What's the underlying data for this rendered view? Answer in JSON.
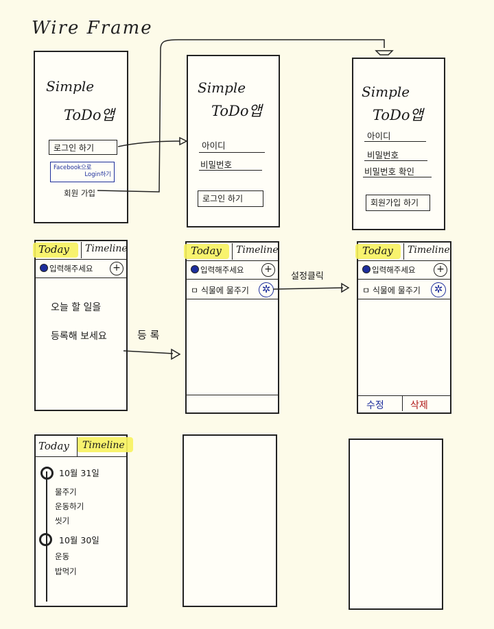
{
  "title": "Wire Frame",
  "app_name_line1": "Simple",
  "app_name_line2": "ToDo앱",
  "login": {
    "login_button": "로그인 하기",
    "facebook_line1": "Facebook으로",
    "facebook_line2": "Login하기",
    "signup_link": "회원 가입"
  },
  "login_form": {
    "id_label": "아이디",
    "pw_label": "비밀번호",
    "submit": "로그인 하기"
  },
  "signup_form": {
    "id_label": "아이디",
    "pw_label": "비밀번호",
    "pw_confirm_label": "비밀번호 확인",
    "submit": "회원가입 하기"
  },
  "tabs": {
    "today": "Today",
    "timeline": "Timeline"
  },
  "input_placeholder": "입력해주세요",
  "empty_state": {
    "line1": "오늘 할 일을",
    "line2": "등록해 보세요"
  },
  "arrow_labels": {
    "register": "등 록",
    "setting_click": "설정클릭"
  },
  "todo_item": "ㅁ 식물에 물주기",
  "actions": {
    "edit": "수정",
    "delete": "삭제",
    "edit_color": "#1d2e9c",
    "delete_color": "#b01818"
  },
  "timeline": {
    "groups": [
      {
        "date": "10월 31일",
        "items": [
          "물주기",
          "운동하기",
          "씻기"
        ]
      },
      {
        "date": "10월 30일",
        "items": [
          "운동",
          "밥먹기"
        ]
      }
    ]
  },
  "colors": {
    "highlight": "#f7f25e",
    "ink_blue": "#1d2e9c",
    "ink_red": "#b01818"
  }
}
